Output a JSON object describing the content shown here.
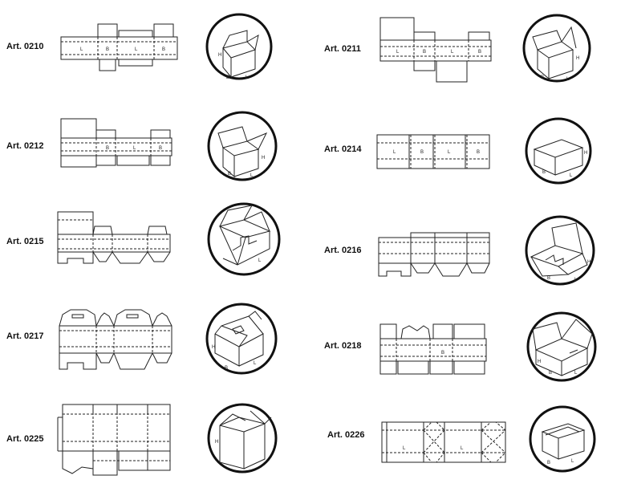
{
  "items": [
    {
      "code": "Art. 0210"
    },
    {
      "code": "Art. 0211"
    },
    {
      "code": "Art. 0212"
    },
    {
      "code": "Art. 0214"
    },
    {
      "code": "Art. 0215"
    },
    {
      "code": "Art. 0216"
    },
    {
      "code": "Art. 0217"
    },
    {
      "code": "Art. 0218"
    },
    {
      "code": "Art. 0225"
    },
    {
      "code": "Art. 0226"
    }
  ],
  "dim_letters": {
    "length": "L",
    "width": "B",
    "height": "H"
  }
}
